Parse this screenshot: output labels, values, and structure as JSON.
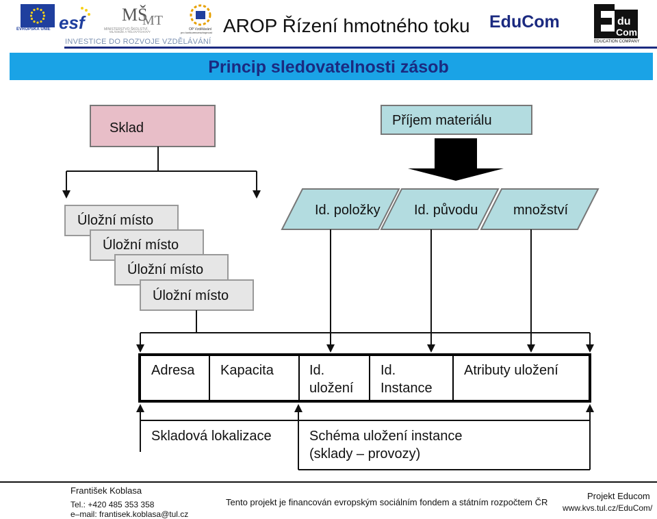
{
  "header": {
    "eu_label": "EVROPSKÁ UNIE",
    "msmt_label": "MINISTERSTVO ŠKOLSTVÍ, MLÁDEŽE A TĚLOVÝCHOVY",
    "op_label": "OP Vzdělávání pro konkurenceschopnost",
    "investice": "INVESTICE DO ROZVOJE VZDĚLÁVÁNÍ",
    "arop_title": "AROP  Řízení hmotného toku",
    "educom_title": "EduCom",
    "educom_logo_caption": "EDUCATION COMPANY"
  },
  "slide_title": "Princip sledovatelnosti zásob",
  "diagram": {
    "sklad": "Sklad",
    "prijem": "Příjem materiálu",
    "ulozni_mista": [
      "Úložní místo",
      "Úložní místo",
      "Úložní místo",
      "Úložní místo"
    ],
    "params": [
      "Id. položky",
      "Id. původu",
      "množství"
    ],
    "record_fields": [
      "Adresa",
      "Kapacita",
      "Id.",
      "uložení",
      "Id.",
      "Instance",
      "Atributy uložení"
    ],
    "bottom_left": "Skladová lokalizace",
    "bottom_right_1": "Schéma uložení instance",
    "bottom_right_2": "(sklady – provozy)",
    "colors": {
      "sklad_fill": "#e8bec8",
      "prijem_fill": "#b3dce0",
      "param_fill": "#b3dce0",
      "ulozni_fill": "#e6e6e6",
      "title_bar": "#1aa3e6",
      "brand_navy": "#1b2a80"
    }
  },
  "footer": {
    "author": "František Koblasa",
    "tel": "Tel.: +420 485 353 358",
    "email": "e–mail: frantisek.koblasa@tul.cz",
    "center": "Tento projekt je financován evropským sociálním fondem a státním rozpočtem ČR",
    "project": "Projekt Educom",
    "url": "www.kvs.tul.cz/EduCom/"
  }
}
